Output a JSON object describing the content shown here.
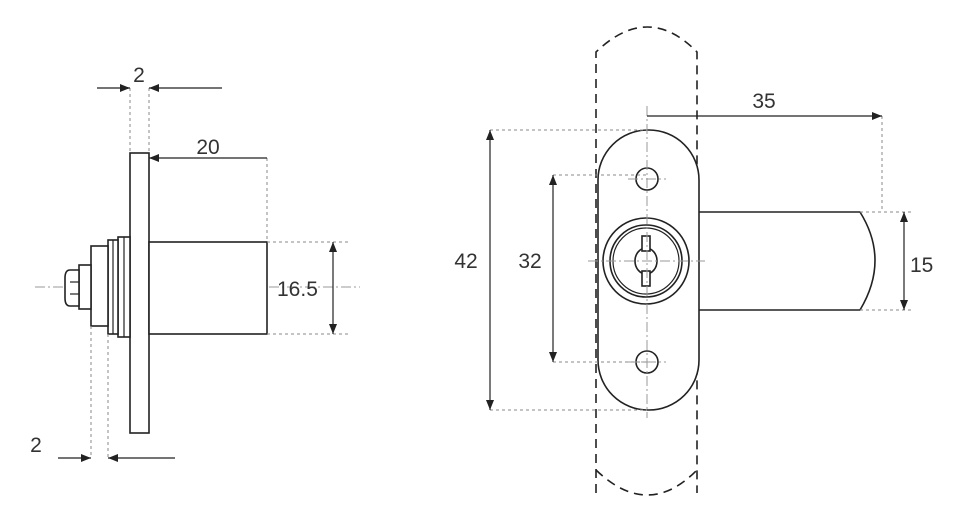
{
  "dimensions": {
    "side_view": {
      "flange_thickness": "2",
      "body_length": "20",
      "body_diameter": "16.5",
      "collar_offset": "2"
    },
    "front_view": {
      "bolt_length": "35",
      "overall_height": "42",
      "hole_spacing": "32",
      "bolt_height": "15"
    }
  },
  "colors": {
    "line": "#222222",
    "text": "#333333",
    "extension": "#888888"
  }
}
